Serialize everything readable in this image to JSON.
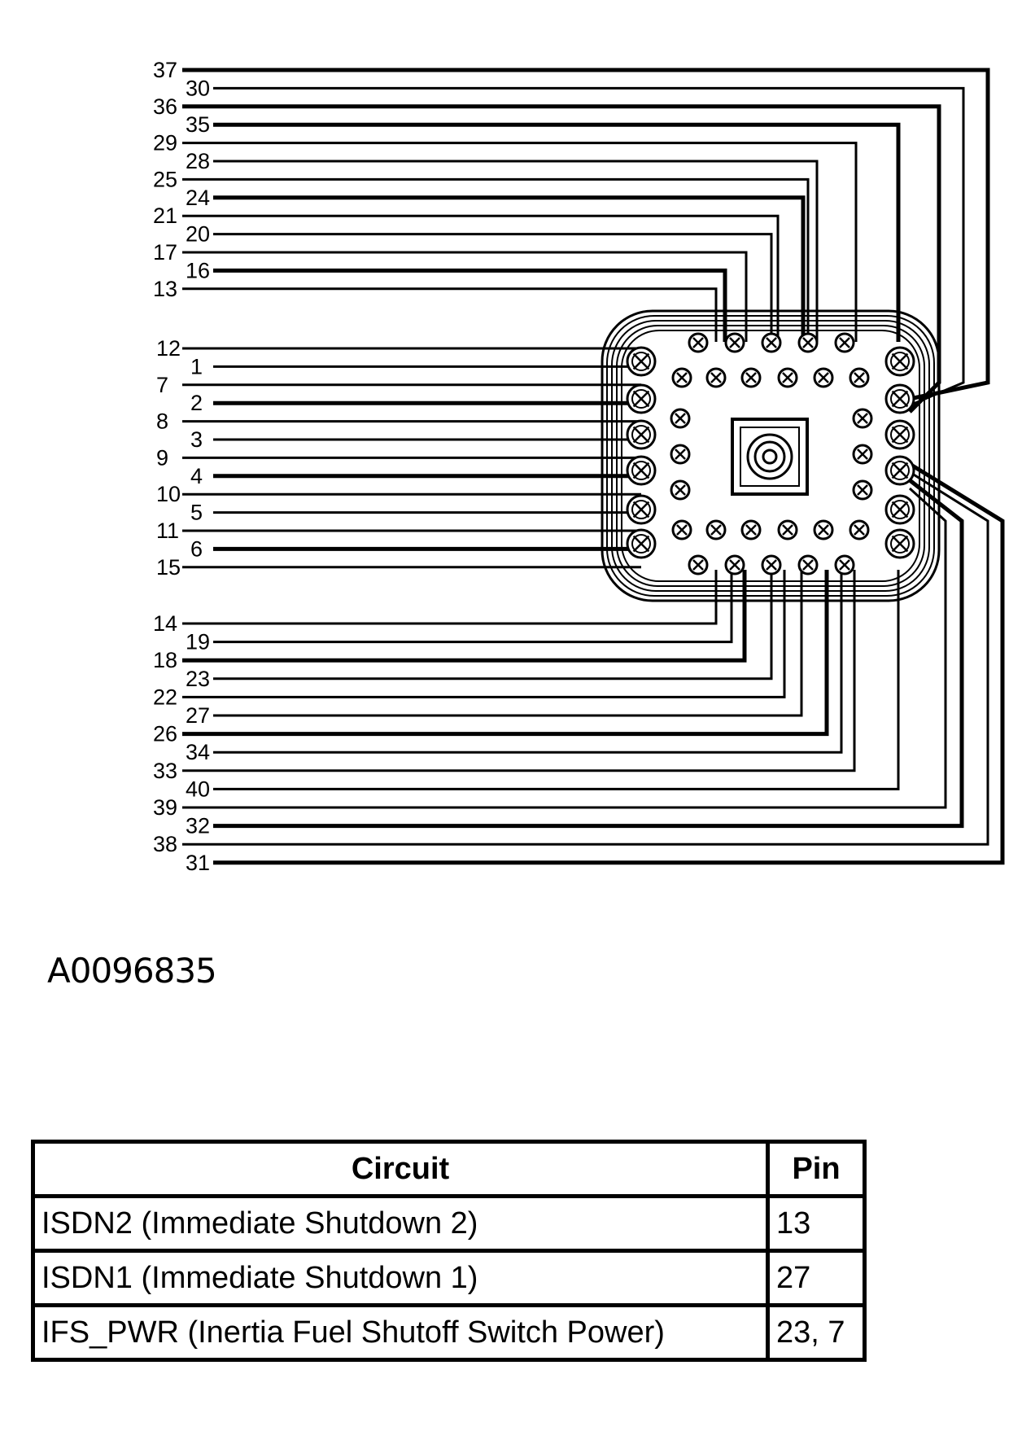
{
  "figure_id": "A0096835",
  "connector": {
    "top_wires": [
      "37",
      "30",
      "36",
      "35",
      "29",
      "28",
      "25",
      "24",
      "21",
      "20",
      "17",
      "16",
      "13"
    ],
    "left_wires": [
      "12",
      "1",
      "7",
      "2",
      "8",
      "3",
      "9",
      "4",
      "10",
      "5",
      "11",
      "6",
      "15"
    ],
    "bottom_wires": [
      "14",
      "19",
      "18",
      "23",
      "22",
      "27",
      "26",
      "34",
      "33",
      "40",
      "39",
      "32",
      "38",
      "31"
    ]
  },
  "table": {
    "headers": {
      "circuit": "Circuit",
      "pin": "Pin"
    },
    "rows": [
      {
        "circuit": "ISDN2 (Immediate Shutdown 2)",
        "pin": "13"
      },
      {
        "circuit": "ISDN1 (Immediate Shutdown 1)",
        "pin": "27"
      },
      {
        "circuit": "IFS_PWR (Inertia Fuel Shutoff Switch Power)",
        "pin": "23, 7"
      }
    ]
  }
}
